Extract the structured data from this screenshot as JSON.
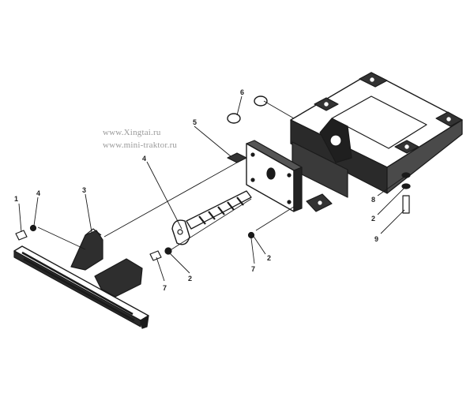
{
  "watermark": {
    "line1": "www.Xingtai.ru",
    "line2": "www.mini-traktor.ru"
  },
  "callouts": [
    {
      "id": "c1",
      "text": "1"
    },
    {
      "id": "c4a",
      "text": "4"
    },
    {
      "id": "c3",
      "text": "3"
    },
    {
      "id": "c4b",
      "text": "4"
    },
    {
      "id": "c5",
      "text": "5"
    },
    {
      "id": "c6",
      "text": "6"
    },
    {
      "id": "c8",
      "text": "8"
    },
    {
      "id": "c2a",
      "text": "2"
    },
    {
      "id": "c9",
      "text": "9"
    },
    {
      "id": "c7a",
      "text": "7"
    },
    {
      "id": "c2b",
      "text": "2"
    },
    {
      "id": "c7b",
      "text": "7"
    },
    {
      "id": "c2c",
      "text": "2"
    }
  ],
  "colors": {
    "ink": "#1a1a1a",
    "watermark": "#9a9a9a"
  }
}
